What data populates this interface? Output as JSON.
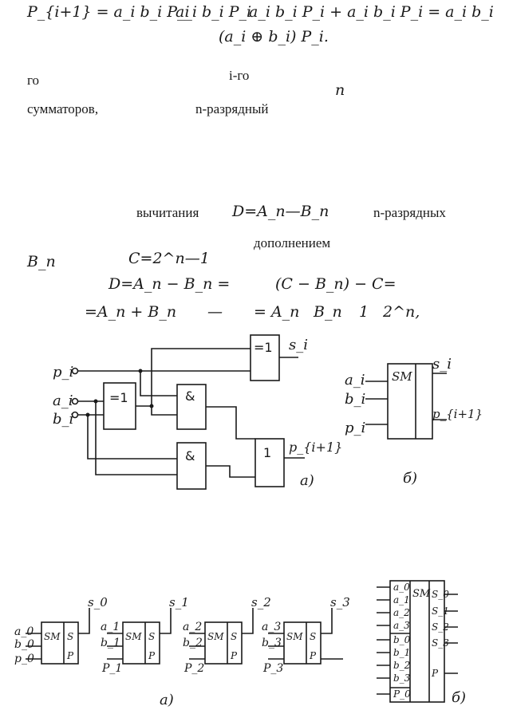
{
  "text": {
    "formula1_left": "P_{i+1} = a_i b_i P_i",
    "formula1_mid": "a_i b_i P_i",
    "formula1_right": "a_i b_i P_i + a_i b_i P_i = a_i b_i",
    "formula2": "(a_i ⊕ b_i) P_i.",
    "word_go": "го",
    "word_i_go": "i-го",
    "word_n": "n",
    "word_summators": "сумматоров,",
    "word_n_bit": "n-разрядный",
    "word_subtraction": "вычитания",
    "formula_D": "D=A_n—B_n",
    "word_n_bits": "n-разрядных",
    "word_complement": "дополнением",
    "word_Bn": "B_n",
    "formula_C": "C=2^n—1",
    "formula_D2": "D=A_n − B_n =",
    "formula_D2_right": "(C − B_n) − C=",
    "formula_D3": "=A_n + B_n",
    "formula_D3_dash": "—",
    "formula_D3_right": "= A_n",
    "formula_D3_Bn": "B_n",
    "formula_D3_one": "1",
    "formula_D3_pow": "2^n,"
  },
  "figure1": {
    "gate_xor_top": "=1",
    "gate_xor_mid": "=1",
    "gate_and_top": "&",
    "gate_and_bot": "&",
    "gate_or": "1",
    "label_pi": "p_i",
    "label_ai": "a_i",
    "label_bi": "b_i",
    "label_si": "s_i",
    "label_pi1": "p_{i+1}",
    "caption_a": "а)",
    "sm_label": "SM",
    "sm_ai": "a_i",
    "sm_bi": "b_i",
    "sm_pi": "p_i",
    "sm_si": "s_i",
    "sm_pi1": "p_{i+1}",
    "caption_b": "б)"
  },
  "figure2": {
    "stages": [
      {
        "a": "a_0",
        "b": "b_0",
        "p": "p_0",
        "s": "s_0",
        "sm": "SM",
        "S": "S",
        "P": "P"
      },
      {
        "a": "a_1",
        "b": "b_1",
        "p": "P_1",
        "s": "s_1",
        "sm": "SM",
        "S": "S",
        "P": "P"
      },
      {
        "a": "a_2",
        "b": "b_2",
        "p": "P_2",
        "s": "s_2",
        "sm": "SM",
        "S": "S",
        "P": "P"
      },
      {
        "a": "a_3",
        "b": "b_3",
        "p": "P_3",
        "s": "s_3",
        "sm": "SM",
        "S": "S",
        "P": "P"
      }
    ],
    "caption_a": "а)",
    "block": {
      "sm": "SM",
      "inputs": [
        "a_0",
        "a_1",
        "a_2",
        "a_3",
        "b_0",
        "b_1",
        "b_2",
        "b_3",
        "P_0"
      ],
      "outputs": [
        "S_0",
        "S_1",
        "S_2",
        "S_3",
        "P"
      ]
    },
    "caption_b": "б)"
  }
}
